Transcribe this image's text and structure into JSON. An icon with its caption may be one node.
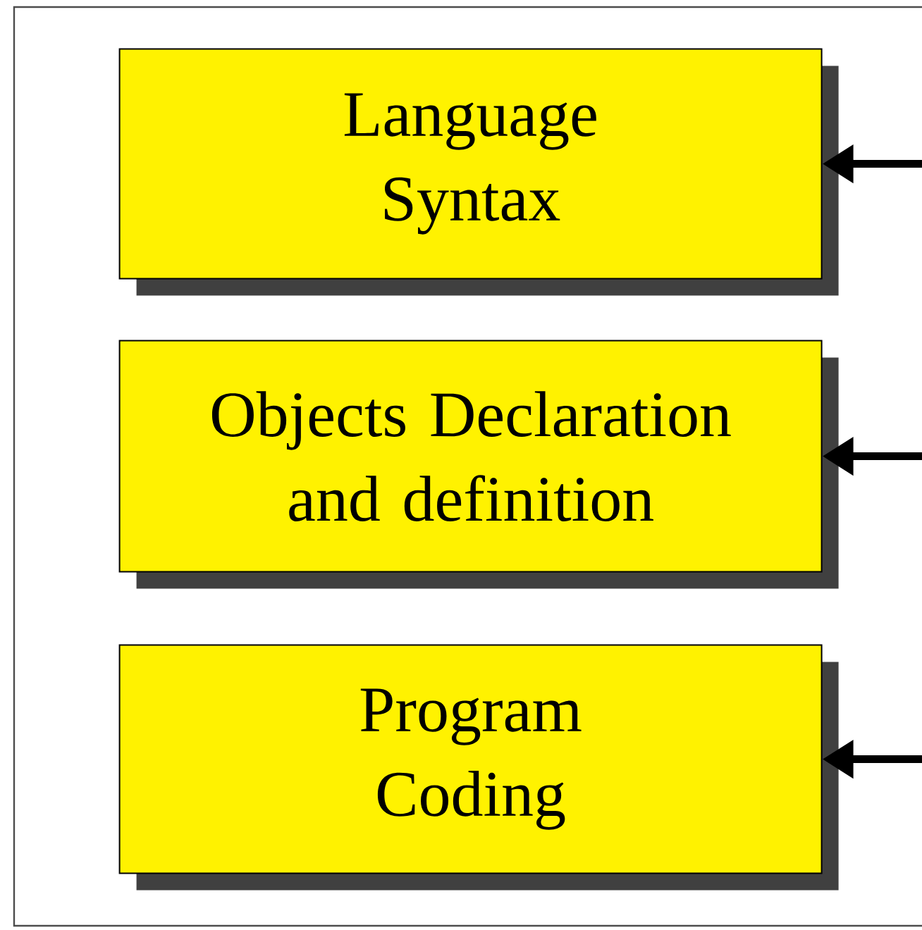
{
  "diagram": {
    "nodes": [
      {
        "text": [],
        "shape": "box"
      },
      {
        "text": [
          "Language Syntax"
        ],
        "in": 0
      },
      {
        "text": [
          "Objects Declaration and definition"
        ],
        "in": 0
      },
      {
        "text": [
          "Program Coding"
        ],
        "in": 0
      }
    ],
    "edges": [
      {
        "from": null,
        "to": 1,
        "arrow": "to"
      },
      {
        "from": null,
        "to": 2,
        "arrow": "to"
      },
      {
        "from": null,
        "to": 3,
        "arrow": "to"
      }
    ]
  }
}
